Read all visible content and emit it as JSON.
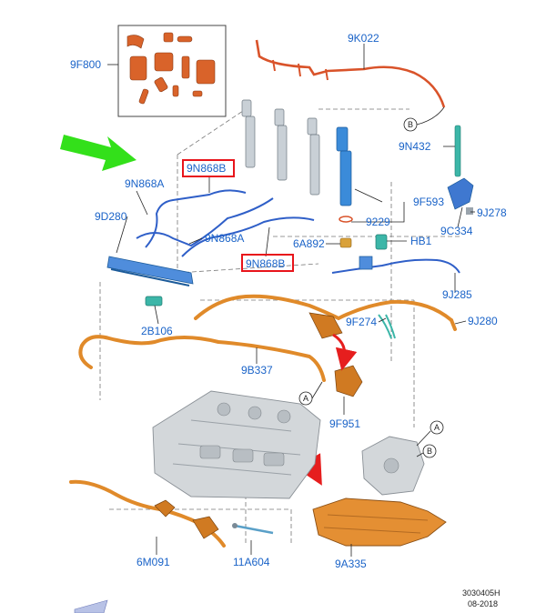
{
  "labels": {
    "p_9F800": "9F800",
    "p_9K022": "9K022",
    "p_9N432": "9N432",
    "p_9N868B_top": "9N868B",
    "p_9N868A_left": "9N868A",
    "p_9D280": "9D280",
    "p_9F593": "9F593",
    "p_9229": "9229",
    "p_9C334": "9C334",
    "p_9J278": "9J278",
    "p_9N868A_mid": "9N868A",
    "p_6A892": "6A892",
    "p_HB1": "HB1",
    "p_9N868B_low": "9N868B",
    "p_9J285": "9J285",
    "p_2B106": "2B106",
    "p_9F274": "9F274",
    "p_9J280": "9J280",
    "p_9B337": "9B337",
    "p_9F951": "9F951",
    "p_6M091": "6M091",
    "p_11A604": "11A604",
    "p_9A335": "9A335"
  },
  "refs": {
    "b_top": "B",
    "a_mid": "A",
    "a_right": "A",
    "b_right": "B"
  },
  "footer": {
    "code": "3030405H",
    "date": "08-2018"
  },
  "colors": {
    "label_blue": "#1a63c8",
    "highlight_red": "#e8141b",
    "pointer_green": "#33e01a",
    "hose_orange": "#e08a2a",
    "harness_red": "#d9532a",
    "fuel_line_blue": "#2f5fc8",
    "injector_steel": "#c9d0d6",
    "engine_grey": "#cfd3d6",
    "arrow_red": "#e61e1e"
  }
}
